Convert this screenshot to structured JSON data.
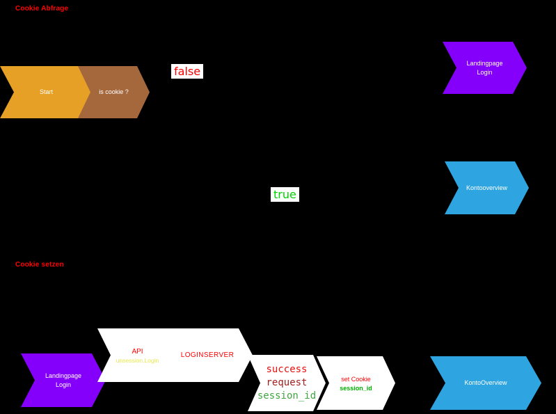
{
  "colors": {
    "bg": "#000000",
    "orange": "#E6A026",
    "brown": "#A5683C",
    "purple": "#8400FA",
    "blue": "#2EA4E0",
    "shape_white": "#FFFFFF",
    "red": "#FF0000",
    "bright_red": "#E81010",
    "dark_red": "#A32020",
    "green": "#00D400",
    "mono_green": "#3FA63F",
    "bold_green": "#00B000",
    "yellow": "#E8E84C"
  },
  "section_labels": {
    "cookie_abfrage": "Cookie Abfrage",
    "cookie_setzen": "Cookie setzen"
  },
  "edge_labels": {
    "false": "false",
    "true": "true"
  },
  "nodes": {
    "start": {
      "label": "Start"
    },
    "cookie_check": {
      "label": "is cookie ?"
    },
    "landingpage_login_top": {
      "line1": "Landingpage",
      "line2": "Login"
    },
    "kontooverview_top": {
      "label": "Kontooverview"
    },
    "landingpage_login_bottom": {
      "line1": "Landingpage",
      "line2": "Login"
    },
    "api": {
      "title": "API",
      "subtitle": "unsession.Login"
    },
    "loginserver": {
      "label": "LOGINSERVER"
    },
    "login_result": {
      "line1": "success",
      "line2": "request",
      "line3": "session_id"
    },
    "set_cookie": {
      "line1": "set Cookie",
      "line2": "session_id"
    },
    "kontooverview_bottom": {
      "label": "KontoOverview"
    }
  }
}
